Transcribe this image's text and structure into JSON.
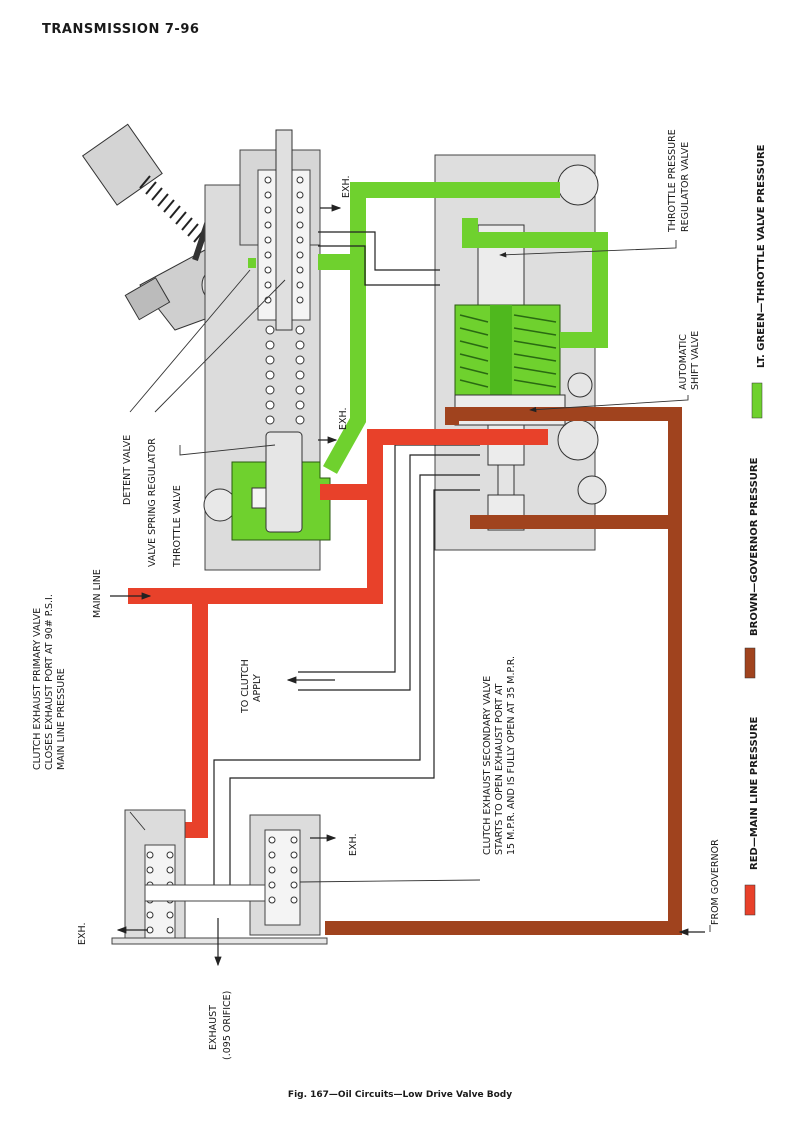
{
  "header": {
    "title": "TRANSMISSION 7-96"
  },
  "caption": "Fig. 167—Oil Circuits—Low Drive Valve Body",
  "colors": {
    "main_line": "#e8412a",
    "governor": "#a0431e",
    "throttle": "#6fd12e",
    "casting": "#d9d9d9",
    "line": "#222222"
  },
  "legend": [
    {
      "color_key": "main_line",
      "label": "RED—MAIN LINE PRESSURE"
    },
    {
      "color_key": "governor",
      "label": "BROWN—GOVERNOR PRESSURE"
    },
    {
      "color_key": "throttle",
      "label": "LT. GREEN—THROTTLE VALVE PRESSURE"
    }
  ],
  "labels": {
    "throttle_regulator_1": "THROTTLE PRESSURE",
    "throttle_regulator_2": "REGULATOR VALVE",
    "auto_shift_1": "AUTOMATIC",
    "auto_shift_2": "SHIFT VALVE",
    "detent_valve": "DETENT VALVE",
    "valve_spring_regulator": "VALVE SPRING REGULATOR",
    "throttle_valve": "THROTTLE VALVE",
    "exh_top": "EXH.",
    "exh_mid": "EXH.",
    "exh_lower_right": "EXH.",
    "exh_lower_left": "EXH.",
    "main_line": "MAIN LINE",
    "primary_1": "CLUTCH EXHAUST PRIMARY VALVE",
    "primary_2": "CLOSES EXHAUST PORT AT 90# P.S.I.",
    "primary_3": "MAIN LINE PRESSURE",
    "to_clutch_1": "TO CLUTCH",
    "to_clutch_2": "APPLY",
    "secondary_1": "CLUTCH EXHAUST SECONDARY VALVE",
    "secondary_2": "STARTS TO OPEN EXHAUST PORT AT",
    "secondary_3": "15 M.P.R. AND IS FULLY OPEN AT 35 M.P.R.",
    "from_governor": "FROM GOVERNOR",
    "exhaust_1": "EXHAUST",
    "exhaust_2": "(.095 ORIFICE)"
  }
}
